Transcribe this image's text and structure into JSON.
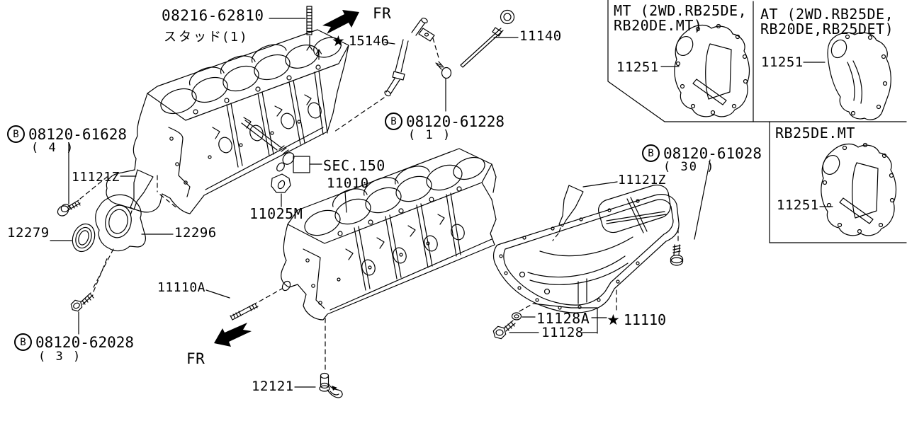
{
  "colors": {
    "ink": "#000000",
    "bg": "#ffffff"
  },
  "callouts": {
    "stud_top": {
      "part": "08216-62810",
      "note": "スタッド(1)"
    },
    "fr_front": "FR",
    "fr_rear": "FR",
    "gauge_guide": {
      "star": "★",
      "part": "15146"
    },
    "level_gauge": "11140",
    "bolt_front_cover": {
      "badge": "B",
      "part": "08120-61628",
      "qty": "( 4 )"
    },
    "sealant_front": "11121Z",
    "oil_seal": "12279",
    "seal_retainer": "12296",
    "bolt_guide": {
      "badge": "B",
      "part": "08120-61228",
      "qty": "( 1 )"
    },
    "sec_ref": "SEC.150",
    "cylinder_block": "11010",
    "baffle_plate": "11025M",
    "bolt_oil_pan": {
      "badge": "B",
      "part": "08120-61028",
      "qty": "( 30 )"
    },
    "sealant_pan": "11121Z",
    "stud_pan": "11110A",
    "bolt_rear": {
      "badge": "B",
      "part": "08120-62028",
      "qty": "( 3 )"
    },
    "oil_jet": "12121",
    "drain_washer": "11128A",
    "drain_plug": "11128",
    "oil_pan": {
      "star": "★",
      "part": "11110"
    }
  },
  "inset_boxes": {
    "mt": {
      "title1": "MT (2WD.RB25DE,",
      "title2": "RB20DE.MT)",
      "part": "11251"
    },
    "at": {
      "title1": "AT (2WD.RB25DE,",
      "title2": "RB20DE,RB25DET)",
      "part": "11251"
    },
    "rb25de_mt": {
      "title": "RB25DE.MT",
      "part": "11251"
    }
  }
}
